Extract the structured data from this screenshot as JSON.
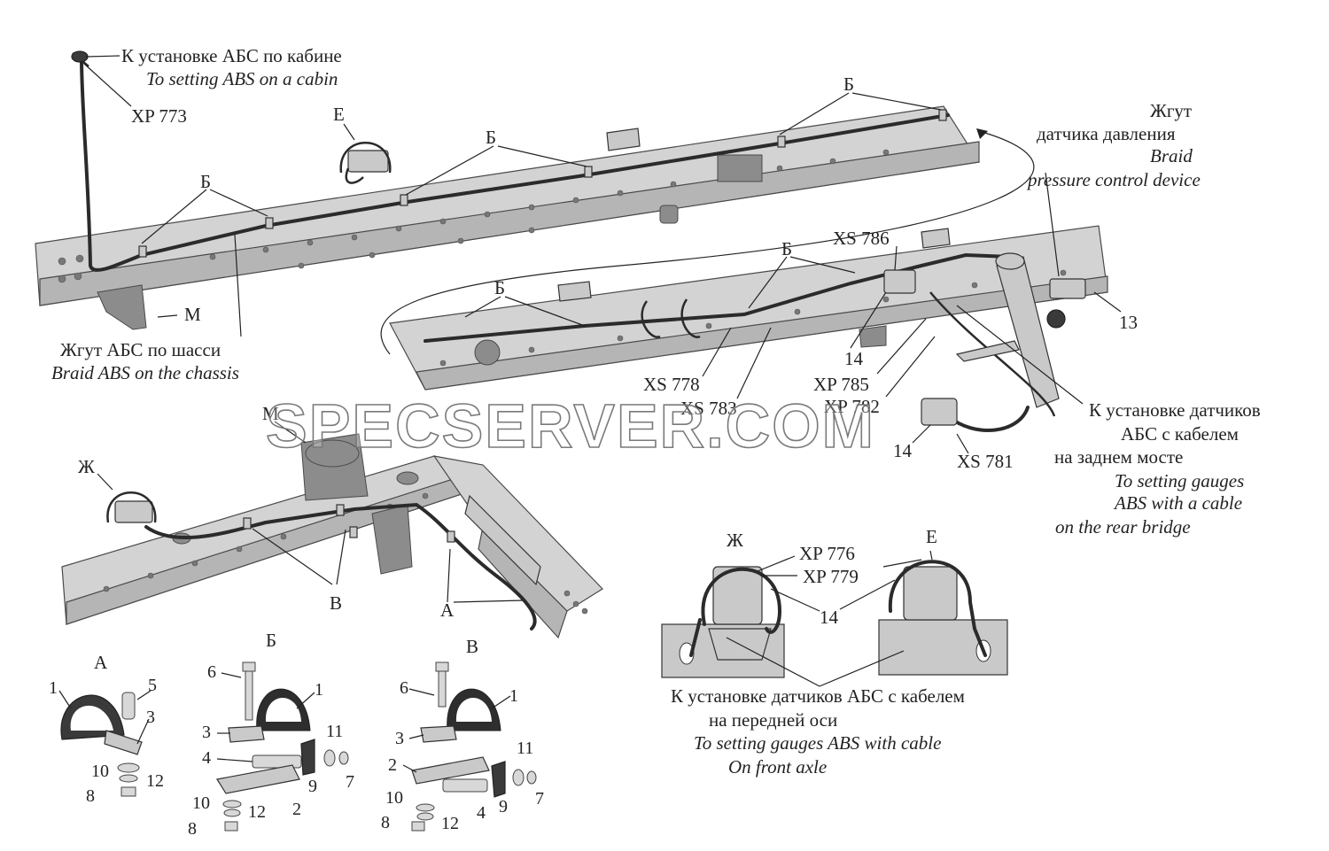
{
  "labels": {
    "abs_cabin_ru": "К установке АБС по кабине",
    "abs_cabin_en": "To setting ABS  on a cabin",
    "xp773": "XP 773",
    "e_top": "Е",
    "b1": "Б",
    "b2": "Б",
    "b3": "Б",
    "b4": "Б",
    "b5": "Б",
    "m_arrow": "М",
    "chassis_ru": "Жгут АБС по шасси",
    "chassis_en": "Braid ABS on the chassis",
    "press_ru1": "Жгут",
    "press_ru2": "датчика давления",
    "press_en1": "Braid",
    "press_en2": "pressure control device",
    "xs786": "XS 786",
    "n13": "13",
    "n14a": "14",
    "xs778": "XS 778",
    "xs783": "XS 783",
    "xp785": "XP 785",
    "xp782": "XP 782",
    "rear_ru1": "К установке датчиков",
    "rear_ru2": "АБС с кабелем",
    "rear_ru3": "на заднем мосте",
    "rear_en1": "To setting gauges",
    "rear_en2": "ABS with a cable",
    "rear_en3": "on the rear bridge",
    "n14b": "14",
    "xs781": "XS 781",
    "m_label": "М",
    "zh_left": "Ж",
    "v_label": "В",
    "a_label": "А",
    "zh_detail": "Ж",
    "e_detail": "Е",
    "xp776": "XP 776",
    "xp779": "XP 779",
    "n14c": "14",
    "front_ru1": "К установке датчиков АБС с кабелем",
    "front_ru2": "на передней оси",
    "front_en1": "To setting gauges ABS with  cable",
    "front_en2": "On  front axle",
    "detA_title": "А",
    "detB_title": "Б",
    "detV_title": "В"
  },
  "detail_a": [
    "1",
    "5",
    "3",
    "10",
    "12",
    "8"
  ],
  "detail_b": [
    "6",
    "1",
    "3",
    "11",
    "4",
    "9",
    "7",
    "10",
    "12",
    "2",
    "8"
  ],
  "detail_v": [
    "6",
    "1",
    "3",
    "11",
    "2",
    "9",
    "7",
    "10",
    "4",
    "8",
    "12"
  ],
  "watermark": "SPECSERVER.COM"
}
